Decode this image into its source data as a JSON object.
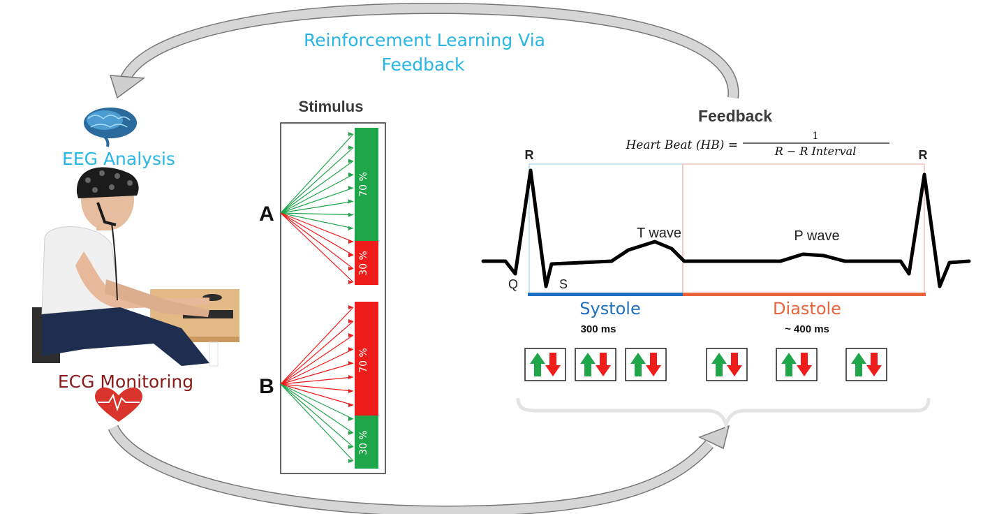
{
  "title": {
    "line1": "Reinforcement Learning Via",
    "line2": "Feedback"
  },
  "eeg_label": "EEG Analysis",
  "ecg_label": "ECG Monitoring",
  "stimulus": {
    "title": "Stimulus",
    "A": {
      "label": "A",
      "top_pct": "70 %",
      "bottom_pct": "30 %"
    },
    "B": {
      "label": "B",
      "top_pct": "70 %",
      "bottom_pct": "30 %"
    }
  },
  "feedback": {
    "title": "Feedback",
    "formula": {
      "lhs": "Heart Beat (HB) =",
      "numerator": "1",
      "denominator": "R − R Interval"
    },
    "ecg": {
      "r_left": "R",
      "r_right": "R",
      "q": "Q",
      "s": "S",
      "t_wave": "T wave",
      "p_wave": "P wave"
    },
    "systole": {
      "label": "Systole",
      "duration": "300 ms"
    },
    "diastole": {
      "label": "Diastole",
      "duration": "~ 400 ms"
    }
  },
  "colors": {
    "title_cyan": "#29b6e6",
    "ecg_darkred": "#8b1a1a",
    "green": "#1fa64a",
    "red": "#ef1c1c",
    "systole_blue": "#1d6fc1",
    "diastole_orange": "#e8643c",
    "arrow_gray": "#bdbdbd"
  }
}
